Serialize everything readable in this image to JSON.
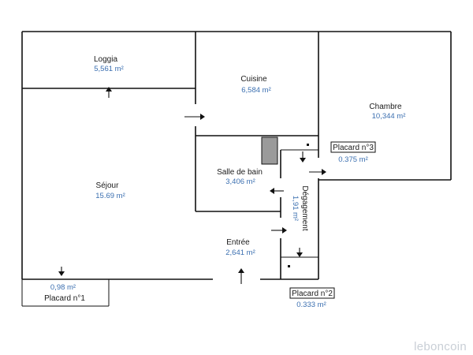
{
  "rooms": {
    "loggia": {
      "name": "Loggia",
      "area": "5,561  m²"
    },
    "cuisine": {
      "name": "Cuisine",
      "area": "6,584  m²"
    },
    "chambre": {
      "name": "Chambre",
      "area": "10,344  m²"
    },
    "sejour": {
      "name": "Séjour",
      "area": "15.69  m²"
    },
    "salle": {
      "name": "Salle de bain",
      "area": "3,406  m²"
    },
    "degagement": {
      "name": "Dégagement",
      "area": "1,91  m²"
    },
    "entree": {
      "name": "Entrée",
      "area": "2,641  m²"
    },
    "placard1": {
      "name": "Placard n°1",
      "area": "0,98  m²"
    },
    "placard2": {
      "name": "Placard n°2",
      "area": "0.333  m²"
    },
    "placard3": {
      "name": "Placard n°3",
      "area": "0.375  m²"
    }
  },
  "watermark": "leboncoin",
  "colors": {
    "wall": "#111111",
    "area_text": "#3b6fb0",
    "shaft": "#9a9a9a"
  }
}
